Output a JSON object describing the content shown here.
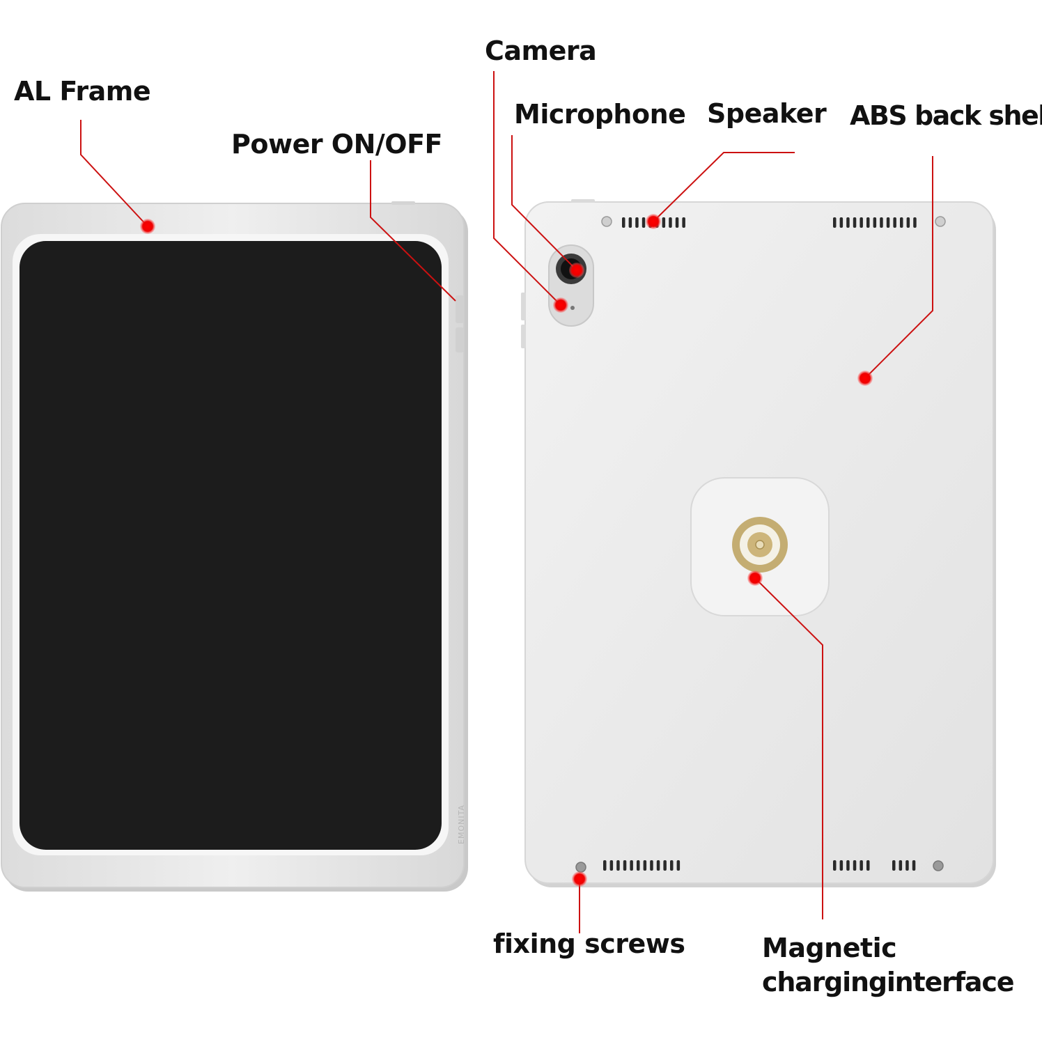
{
  "labels": {
    "al_frame": "AL Frame",
    "power": "Power ON/OFF",
    "camera": "Camera",
    "microphone": "Microphone",
    "speaker": "Speaker",
    "abs_back_shell": "ABS back shell",
    "fixing_screws": "fixing screws",
    "magnetic_line1": "Magnetic",
    "magnetic_line2": "charginginterface"
  },
  "brand_text": "EMONITA",
  "colors": {
    "marker": "#ee0000",
    "leader_line": "#cc1111",
    "frame": "#e6e6e6",
    "screen": "#1c1c1c",
    "back_shell": "#eaeaea",
    "connector_ring": "#c4ad72"
  }
}
